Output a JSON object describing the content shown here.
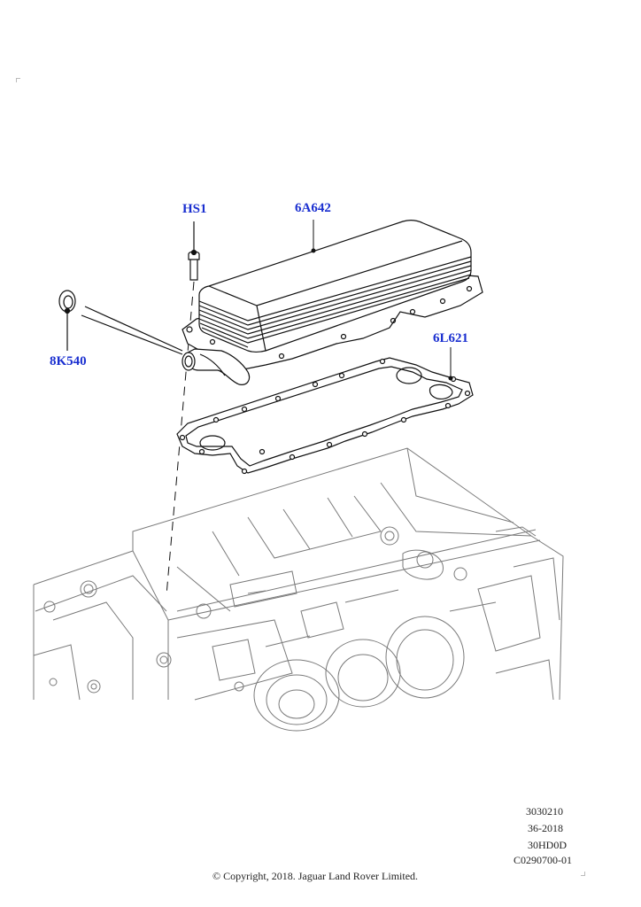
{
  "callouts": {
    "hs1": "HS1",
    "oil_cooler": "6A642",
    "seal": "8K540",
    "gasket": "6L621"
  },
  "codes": {
    "line1": "3030210",
    "line2": "36-2018",
    "line3": "30HD0D",
    "line4": "C0290700-01"
  },
  "copyright": "© Copyright, 2018. Jaguar Land Rover Limited.",
  "colors": {
    "callout": "#1a2fd0",
    "line": "#111111",
    "block_line": "#777777"
  }
}
